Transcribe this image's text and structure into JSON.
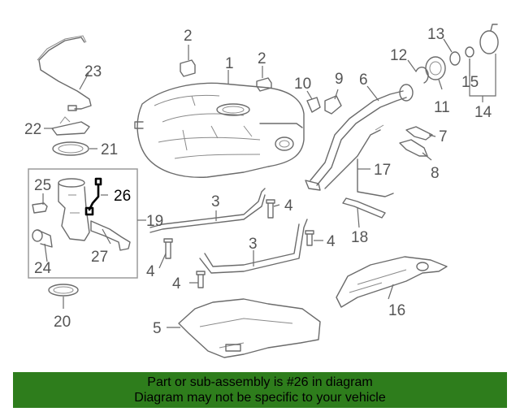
{
  "callouts": {
    "c1": "1",
    "c2a": "2",
    "c2b": "2",
    "c3a": "3",
    "c3b": "3",
    "c4a": "4",
    "c4b": "4",
    "c4c": "4",
    "c4d": "4",
    "c5": "5",
    "c6": "6",
    "c7": "7",
    "c8": "8",
    "c9": "9",
    "c10": "10",
    "c11": "11",
    "c12": "12",
    "c13": "13",
    "c14": "14",
    "c15": "15",
    "c16": "16",
    "c17": "17",
    "c18": "18",
    "c19": "19",
    "c20": "20",
    "c21": "21",
    "c22": "22",
    "c23": "23",
    "c24": "24",
    "c25": "25",
    "c26": "26",
    "c27": "27"
  },
  "highlighted_part": "26",
  "banner": {
    "line1": "Part or sub-assembly is #26 in diagram",
    "line2": "Diagram may not be specific to your vehicle",
    "color": "#2e7d1c"
  }
}
